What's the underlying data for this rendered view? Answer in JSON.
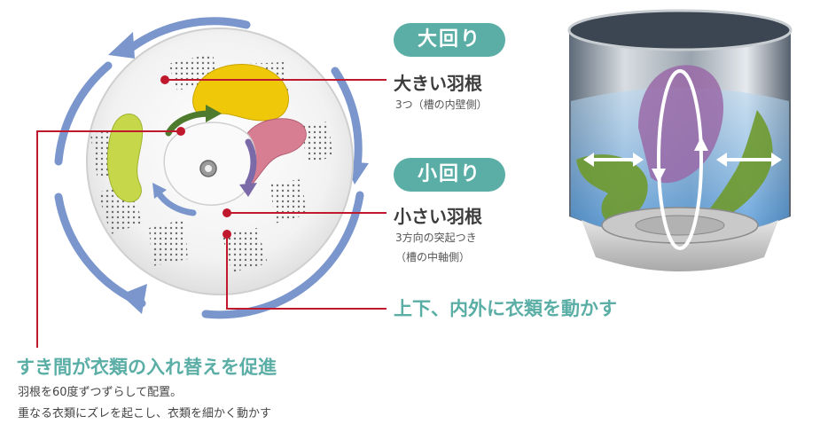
{
  "colors": {
    "teal": "#5aaea6",
    "red": "#c0182c",
    "ring_blue": "#7a96cc",
    "yellow": "#f0c80a",
    "lime": "#c6d84a",
    "pink": "#d87e92"
  },
  "large_rotation": {
    "badge": "大回り",
    "title": "大きい羽根",
    "note": "3つ（槽の内壁側）"
  },
  "small_rotation": {
    "badge": "小回り",
    "title": "小さい羽根",
    "note_line1": "3方向の突起つき",
    "note_line2": "（槽の中軸側）"
  },
  "movement_caption": "上下、内外に衣類を動かす",
  "gap": {
    "title": "すき間が衣類の入れ替えを促進",
    "line1": "羽根を60度ずつずらして配置。",
    "line2": "重なる衣類にズレを起こし、衣類を細かく動かす"
  }
}
